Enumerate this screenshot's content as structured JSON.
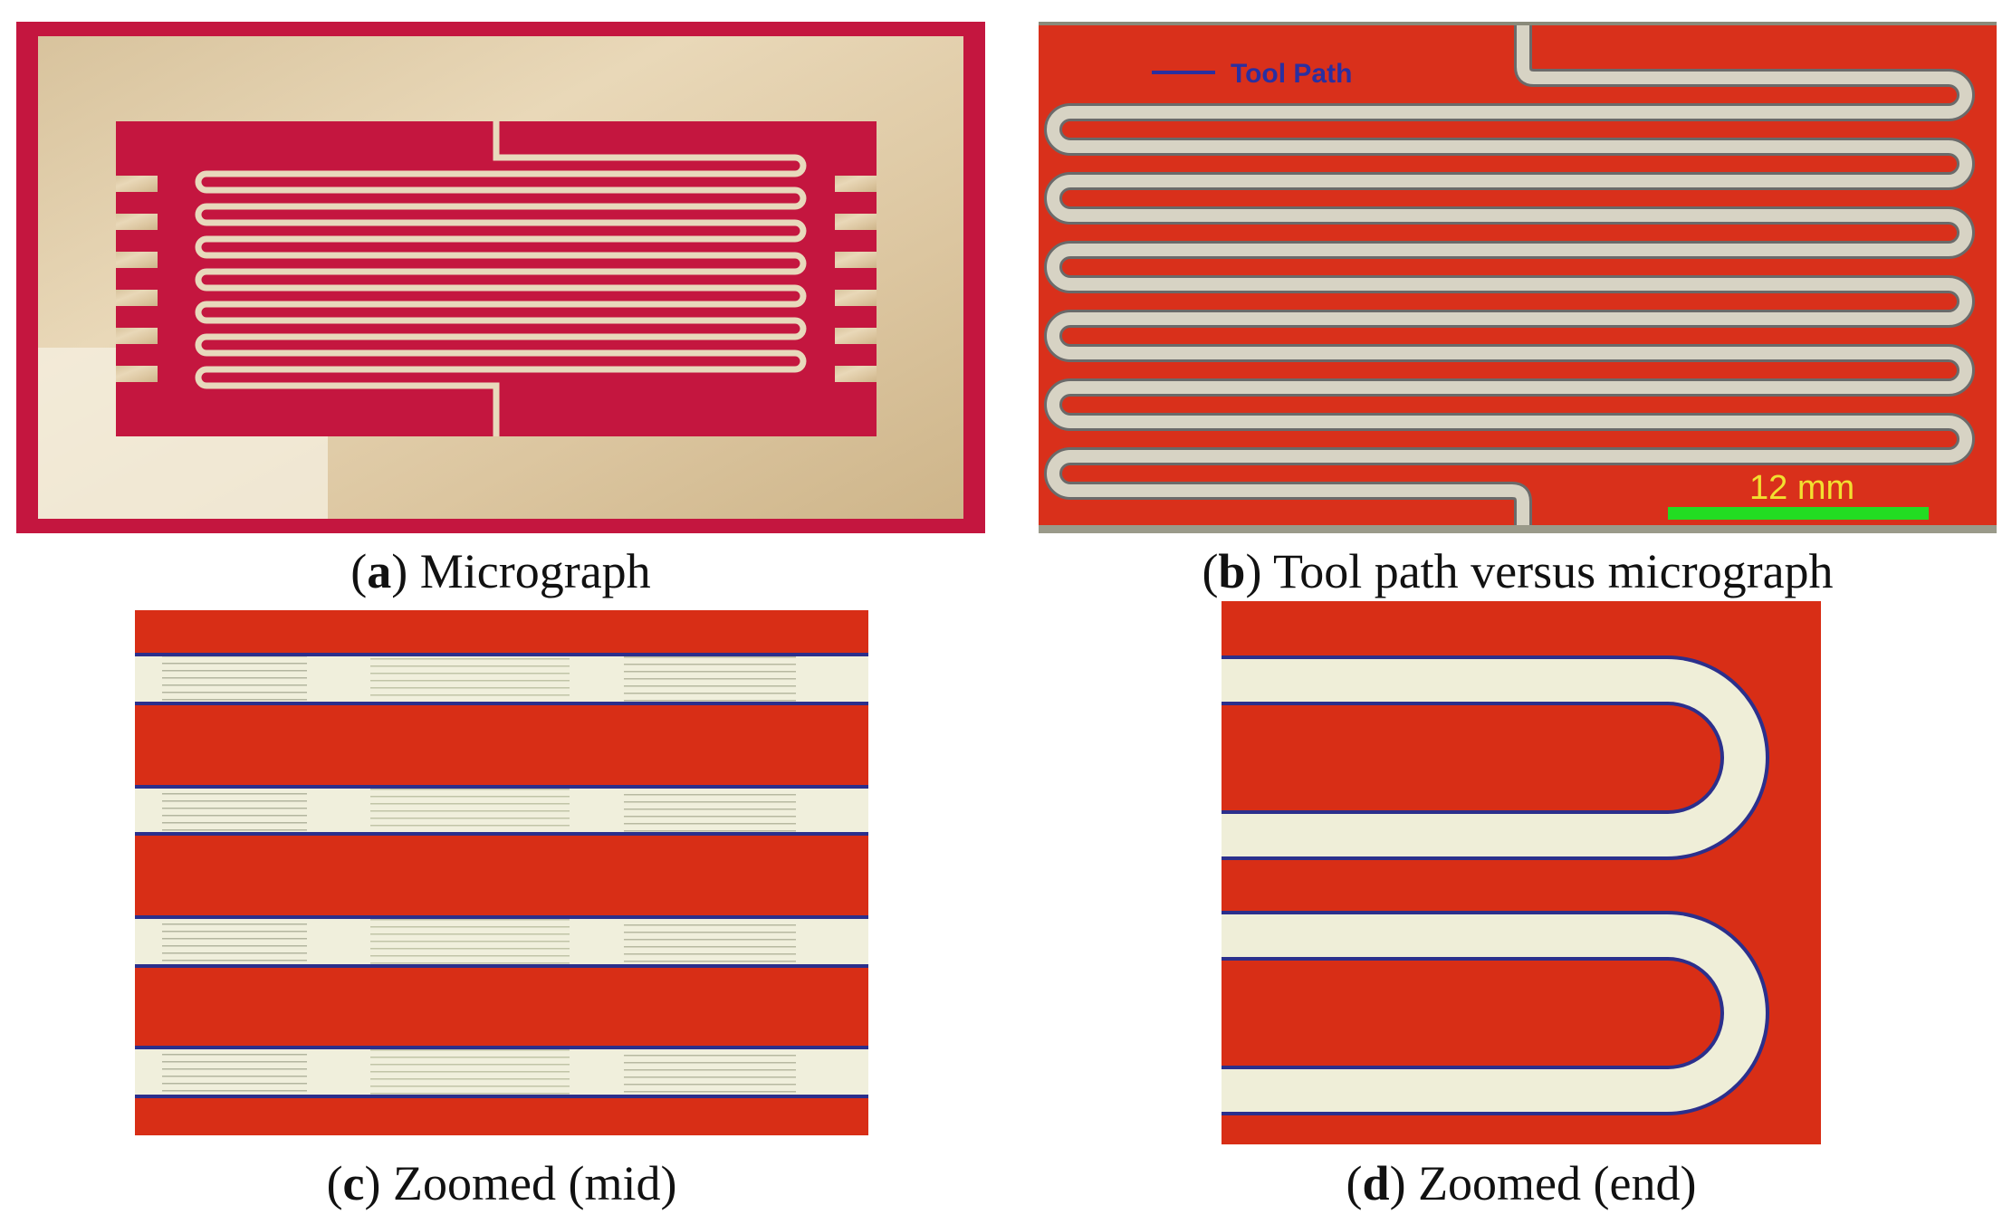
{
  "panels": {
    "a": {
      "letter": "a",
      "caption": "Micrograph"
    },
    "b": {
      "letter": "b",
      "caption": "Tool path versus micrograph",
      "legend_label": "Tool Path",
      "scale_label": "12 mm"
    },
    "c": {
      "letter": "c",
      "caption": "Zoomed (mid)"
    },
    "d": {
      "letter": "d",
      "caption": "Zoomed (end)"
    }
  },
  "colors": {
    "substrate_a": "#c4163f",
    "substrate_red": "#d9301b",
    "copper": "#e6d2b0",
    "channel_light": "#efefdc",
    "tool_path": "#2a2fa0",
    "scale_bar": "#22dd22",
    "scale_text": "#f2e030"
  }
}
